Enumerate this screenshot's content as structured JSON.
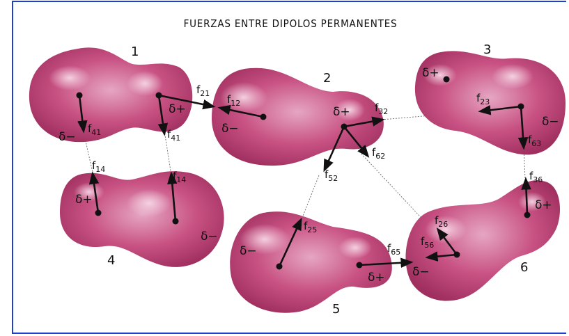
{
  "title": "FUERZAS ENTRE DIPOLOS PERMANENTES",
  "colors": {
    "frame": "#1f3fd0",
    "molecule": "#c24d7c",
    "highlight": "#f0bfd7",
    "arrow": "#111111"
  },
  "molecules": [
    {
      "id": "m1",
      "number": "1",
      "positive": "δ+",
      "negative": "δ−"
    },
    {
      "id": "m2",
      "number": "2",
      "positive": "δ+",
      "negative": "δ−"
    },
    {
      "id": "m3",
      "number": "3",
      "positive": "δ+",
      "negative": "δ−"
    },
    {
      "id": "m4",
      "number": "4",
      "positive": "δ+",
      "negative": "δ−"
    },
    {
      "id": "m5",
      "number": "5",
      "positive": "δ+",
      "negative": "δ−"
    },
    {
      "id": "m6",
      "number": "6",
      "positive": "δ+",
      "negative": "δ−"
    }
  ],
  "forces": {
    "f41a": {
      "base": "f",
      "sub": "41"
    },
    "f41b": {
      "base": "f",
      "sub": "41"
    },
    "f21": {
      "base": "f",
      "sub": "21"
    },
    "f12": {
      "base": "f",
      "sub": "12"
    },
    "f14a": {
      "base": "f",
      "sub": "14"
    },
    "f14b": {
      "base": "f",
      "sub": "14"
    },
    "f32": {
      "base": "f",
      "sub": "32"
    },
    "f62": {
      "base": "f",
      "sub": "62"
    },
    "f52": {
      "base": "f",
      "sub": "52"
    },
    "f23": {
      "base": "f",
      "sub": "23"
    },
    "f63": {
      "base": "f",
      "sub": "63"
    },
    "f36": {
      "base": "f",
      "sub": "36"
    },
    "f25": {
      "base": "f",
      "sub": "25"
    },
    "f26": {
      "base": "f",
      "sub": "26"
    },
    "f56": {
      "base": "f",
      "sub": "56"
    },
    "f65": {
      "base": "f",
      "sub": "65"
    }
  }
}
